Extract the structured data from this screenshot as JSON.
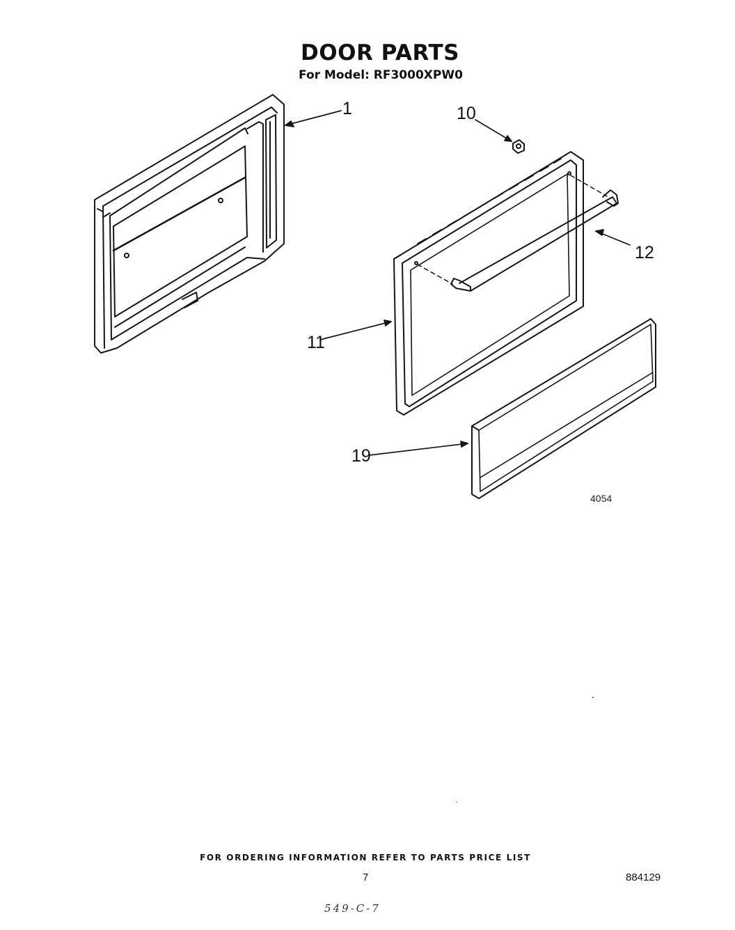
{
  "header": {
    "title": "DOOR PARTS",
    "model_line": "For Model: RF3000XPW0"
  },
  "diagram": {
    "figure_number": "4054",
    "callouts": [
      {
        "id": "door-liner",
        "label": "1"
      },
      {
        "id": "nut",
        "label": "10"
      },
      {
        "id": "door-frame",
        "label": "11"
      },
      {
        "id": "door-handle",
        "label": "12"
      },
      {
        "id": "door-panel",
        "label": "19"
      }
    ]
  },
  "footer": {
    "note": "FOR ORDERING INFORMATION REFER TO PARTS PRICE LIST",
    "page_number": "7",
    "document_number": "884129",
    "handwritten": "549-C-7"
  }
}
